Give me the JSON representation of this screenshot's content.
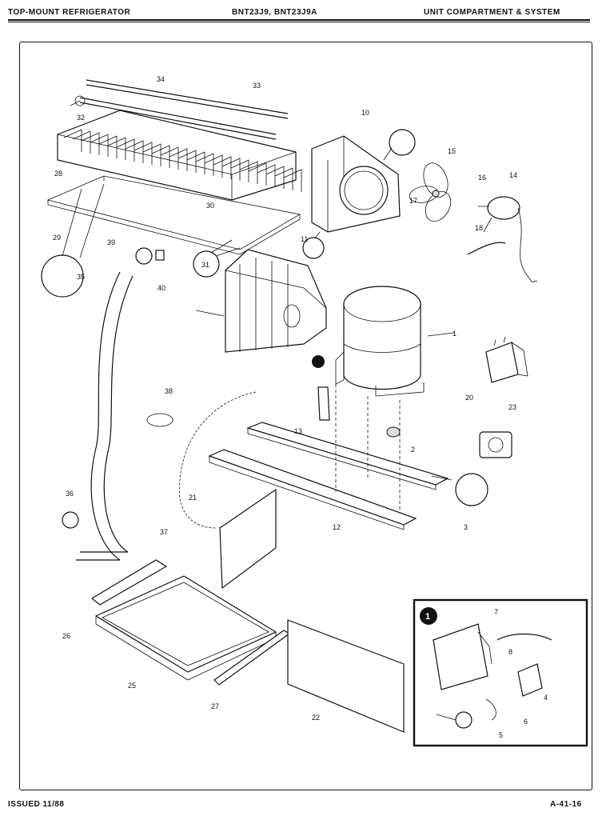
{
  "header": {
    "left": "TOP-MOUNT REFRIGERATOR",
    "center": "BNT23J9, BNT23J9A",
    "right": "UNIT COMPARTMENT & SYSTEM"
  },
  "footer": {
    "left": "ISSUED 11/88",
    "right": "A-41-16"
  },
  "inset": {
    "marker": "1"
  },
  "part_labels": [
    "1",
    "2",
    "3",
    "4",
    "5",
    "6",
    "7",
    "8",
    "10",
    "11",
    "12",
    "13",
    "14",
    "15",
    "16",
    "17",
    "18",
    "20",
    "21",
    "22",
    "23",
    "25",
    "26",
    "27",
    "28",
    "29",
    "30",
    "31",
    "32",
    "33",
    "34",
    "35",
    "36",
    "37",
    "38",
    "39",
    "40"
  ]
}
